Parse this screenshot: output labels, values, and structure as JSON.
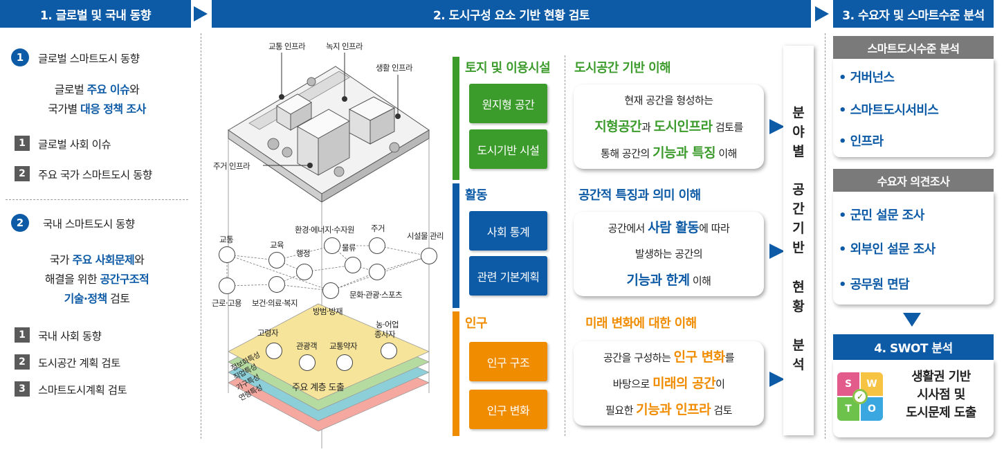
{
  "headers": {
    "step1": "1. 글로벌 및 국내 동향",
    "step2": "2. 도시구성 요소 기반 현황 검토",
    "step3": "3. 수요자 및 스마트수준 분석"
  },
  "left": {
    "sec1": {
      "num": "1",
      "title": "글로벌 스마트도시 동향",
      "desc_l1_a": "글로벌 ",
      "desc_l1_b": "주요 이슈",
      "desc_l1_c": "와",
      "desc_l2_a": "국가별 ",
      "desc_l2_b": "대응 정책 조사",
      "items": [
        {
          "num": "1",
          "label": "글로벌 사회 이슈"
        },
        {
          "num": "2",
          "label": "주요 국가 스마트도시 동향"
        }
      ]
    },
    "sec2": {
      "num": "2",
      "title": "국내 스마트도시 동향",
      "desc_l1_a": "국가 ",
      "desc_l1_b": "주요 사회문제",
      "desc_l1_c": "와",
      "desc_l2_a": "해결을 위한 ",
      "desc_l2_b": "공간구조적",
      "desc_l3_a": "기술·정책",
      "desc_l3_b": " 검토",
      "items": [
        {
          "num": "1",
          "label": "국내 사회 동향"
        },
        {
          "num": "2",
          "label": "도시공간 계획 검토"
        },
        {
          "num": "3",
          "label": "스마트도시계획  검토"
        }
      ]
    }
  },
  "illustration": {
    "infra_labels": {
      "traffic": "교통 인프라",
      "green": "녹지 인프라",
      "life": "생활 인프라",
      "housing": "주거 인프라"
    },
    "network_labels": {
      "traffic": "교통",
      "education": "교육",
      "env": "환경·에너지·수자원",
      "housing": "주거",
      "facility": "시설물 관리",
      "admin": "행정",
      "logistics": "물류",
      "employment": "근로·고용",
      "health": "보건·의료·복지",
      "safety": "방범·방재",
      "culture": "문화·관광·스포츠"
    },
    "layer_labels": {
      "elderly": "고령자",
      "tourist": "관광객",
      "mobility": "교통약자",
      "farmer_l1": "농·어업",
      "farmer_l2": "종사자",
      "center": "주요  계층 도출",
      "bands": [
        "정보화특성",
        "직업특성",
        "가구특성",
        "연령특성"
      ]
    },
    "colors": {
      "layer1": "#f5e49a",
      "layer2": "#b6dba0",
      "layer3": "#8ccfd8",
      "layer4": "#f4a8a0"
    }
  },
  "middle": {
    "land": {
      "heading": "토지 및 이용시설",
      "sub": "도시공간 기반 이해",
      "buttons": [
        "원지형 공간",
        "도시기반 시설"
      ],
      "card": {
        "l1": "현재 공간을 형성하는",
        "l2_a": "지형공간",
        "l2_b": "과 ",
        "l2_c": "도시인프라",
        "l2_d": " 검토를",
        "l3_a": "통해 공간의 ",
        "l3_b": "기능과 특징",
        "l3_c": " 이해"
      },
      "color": "#3b9b2b"
    },
    "activity": {
      "heading": "활동",
      "sub": "공간적 특징과 의미 이해",
      "buttons": [
        "사회 통계",
        "관련 기본계획"
      ],
      "card": {
        "l1_a": "공간에서 ",
        "l1_b": "사람 활동",
        "l1_c": "에 따라",
        "l2": "발생하는 공간의",
        "l3_a": "기능과 한계",
        "l3_b": " 이해"
      },
      "color": "#0d5ba6"
    },
    "population": {
      "heading": "인구",
      "sub": "미래 변화에 대한 이해",
      "buttons": [
        "인구 구조",
        "인구 변화"
      ],
      "card": {
        "l1_a": "공간을 구성하는 ",
        "l1_b": "인구 변화",
        "l1_c": "를",
        "l2_a": "바탕으로 ",
        "l2_b": "미래의 공간",
        "l2_c": "이",
        "l3_a": "필요한 ",
        "l3_b": "기능과 인프라",
        "l3_c": " 검토"
      },
      "color": "#f08c00"
    },
    "vertical": [
      "분",
      "야",
      "별",
      "공",
      "간",
      "기",
      "반",
      "현",
      "황",
      "분",
      "석"
    ]
  },
  "right": {
    "smart": {
      "title": "스마트도시수준 분석",
      "items": [
        "• 거버넌스",
        "• 스마트도시서비스",
        "• 인프라"
      ]
    },
    "demand": {
      "title": "수요자 의견조사",
      "items": [
        "• 군민 설문 조사",
        "• 외부인 설문 조사",
        "• 공무원 면담"
      ]
    },
    "swot": {
      "title": "4. SWOT 분석",
      "letters": [
        "S",
        "W",
        "T",
        "O"
      ],
      "text": [
        "생활권 기반",
        "시사점 및",
        "도시문제 도출"
      ]
    }
  }
}
